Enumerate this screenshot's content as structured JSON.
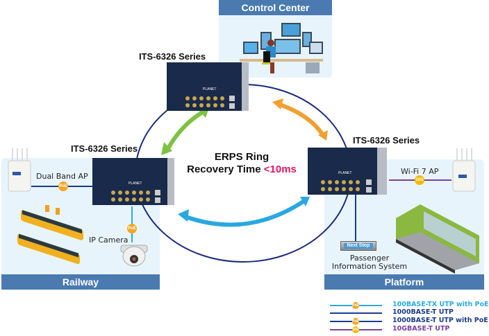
{
  "control_center": {
    "title": "Control Center"
  },
  "switches": {
    "top": {
      "label": "ITS-6326 Series"
    },
    "left": {
      "label": "ITS-6326 Series"
    },
    "right": {
      "label": "ITS-6326 Series"
    }
  },
  "ring": {
    "line1": "ERPS Ring",
    "line2_prefix": "Recovery Time ",
    "line2_highlight": "<10ms"
  },
  "railway": {
    "title": "Railway",
    "dual_band_ap": "Dual Band AP",
    "ip_camera": "IP Camera",
    "badges": {
      "ap_link": "PoE",
      "camera_link": "PoE"
    }
  },
  "platform": {
    "title": "Platform",
    "wifi_ap": "Wi-Fi 7 AP",
    "pis_line1": "Passenger",
    "pis_line2": "Information System",
    "next_stop_sign": "Next Stop",
    "badges": {
      "ap_link": "10G"
    }
  },
  "legend": [
    {
      "label": "100BASE-TX UTP with PoE",
      "color": "#29abe2",
      "badge": "PoE"
    },
    {
      "label": "1000BASE-T UTP",
      "color": "#1b3a8c",
      "badge": ""
    },
    {
      "label": "1000BASE-T UTP with PoE",
      "color": "#1b3a8c",
      "badge": "PoE"
    },
    {
      "label": "10GBASE-T UTP",
      "color": "#7b3fa0",
      "badge": "10G"
    }
  ],
  "colors": {
    "panel_bar": "#4a7ab0",
    "panel_bg": "#e8f4fc",
    "ring_line": "#1b2a80",
    "arrow_green": "#7dc242",
    "arrow_orange": "#f0a030",
    "arrow_blue": "#29a8e0",
    "highlight": "#e8175d"
  }
}
